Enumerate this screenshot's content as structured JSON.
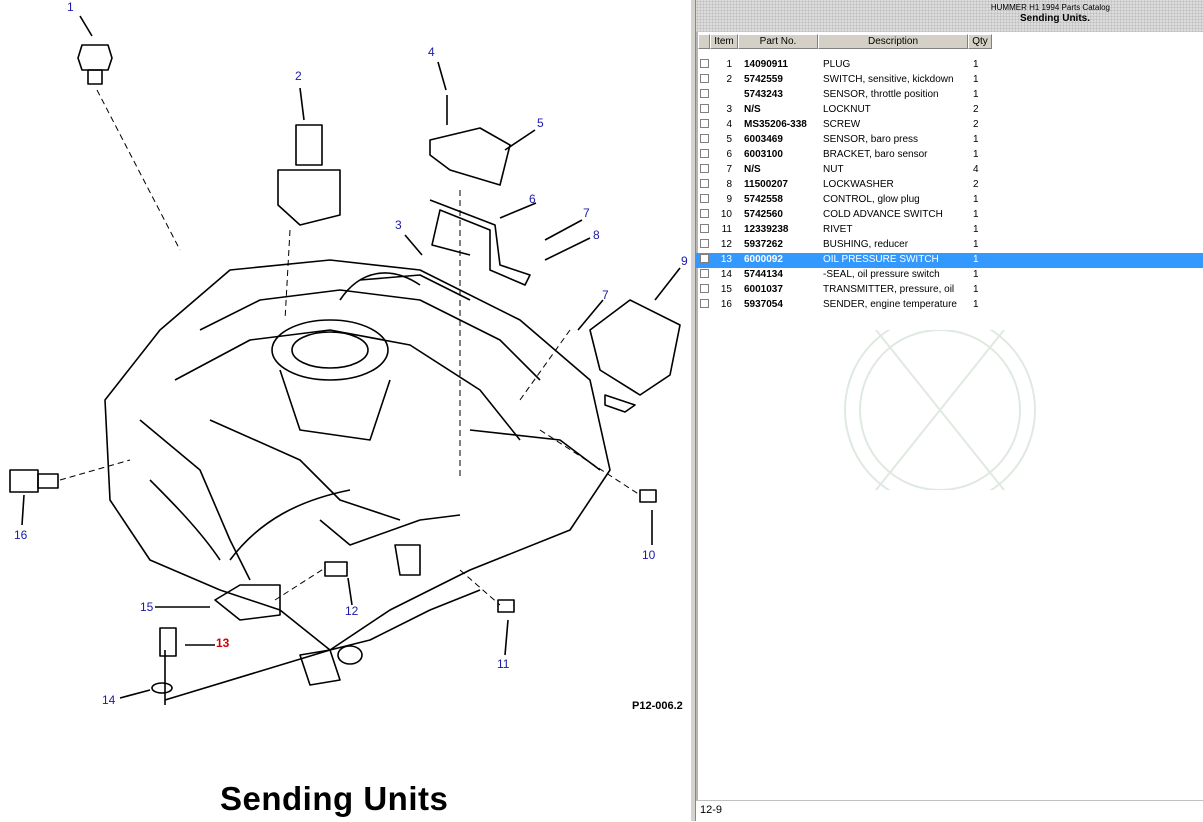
{
  "catalog": {
    "name": "HUMMER H1 1994 Parts Catalog",
    "section": "Sending Units."
  },
  "table": {
    "headers": {
      "item": "Item",
      "part": "Part No.",
      "desc": "Description",
      "qty": "Qty"
    },
    "rows": [
      {
        "item": "1",
        "part": "14090911",
        "desc": "PLUG",
        "qty": "1"
      },
      {
        "item": "2",
        "part": "5742559",
        "desc": "SWITCH, sensitive, kickdown",
        "qty": "1"
      },
      {
        "item": "",
        "part": "5743243",
        "desc": "SENSOR, throttle position",
        "qty": "1"
      },
      {
        "item": "3",
        "part": "N/S",
        "desc": "LOCKNUT",
        "qty": "2"
      },
      {
        "item": "4",
        "part": "MS35206-338",
        "desc": "SCREW",
        "qty": "2"
      },
      {
        "item": "5",
        "part": "6003469",
        "desc": "SENSOR, baro press",
        "qty": "1"
      },
      {
        "item": "6",
        "part": "6003100",
        "desc": "BRACKET, baro sensor",
        "qty": "1"
      },
      {
        "item": "7",
        "part": "N/S",
        "desc": "NUT",
        "qty": "4"
      },
      {
        "item": "8",
        "part": "11500207",
        "desc": "LOCKWASHER",
        "qty": "2"
      },
      {
        "item": "9",
        "part": "5742558",
        "desc": "CONTROL, glow plug",
        "qty": "1"
      },
      {
        "item": "10",
        "part": "5742560",
        "desc": "COLD ADVANCE SWITCH",
        "qty": "1"
      },
      {
        "item": "11",
        "part": "12339238",
        "desc": "RIVET",
        "qty": "1"
      },
      {
        "item": "12",
        "part": "5937262",
        "desc": "BUSHING, reducer",
        "qty": "1"
      },
      {
        "item": "13",
        "part": "6000092",
        "desc": "OIL PRESSURE SWITCH",
        "qty": "1",
        "selected": true
      },
      {
        "item": "14",
        "part": "5744134",
        "desc": "-SEAL, oil pressure switch",
        "qty": "1"
      },
      {
        "item": "15",
        "part": "6001037",
        "desc": "TRANSMITTER, pressure, oil",
        "qty": "1"
      },
      {
        "item": "16",
        "part": "5937054",
        "desc": "SENDER, engine temperature",
        "qty": "1"
      }
    ]
  },
  "diagram": {
    "title": "Sending Units",
    "figure_code": "P12-006.2",
    "callouts": [
      "1",
      "2",
      "3",
      "4",
      "5",
      "6",
      "7",
      "7",
      "8",
      "9",
      "10",
      "11",
      "12",
      "13",
      "14",
      "15",
      "16"
    ]
  },
  "footer": {
    "page": "12-9"
  },
  "colors": {
    "selection": "#3399ff",
    "callout": "#1a1aa8",
    "highlight_callout": "#d40000"
  }
}
